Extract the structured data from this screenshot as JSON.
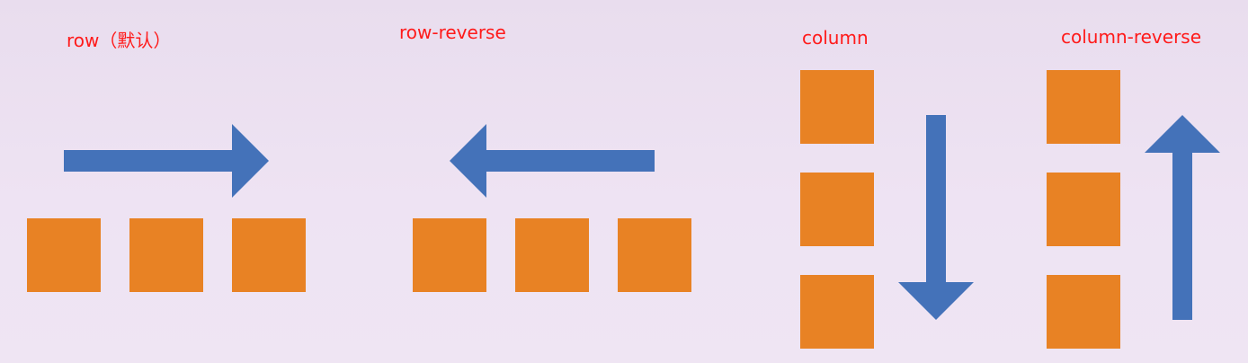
{
  "colors": {
    "label": "#ff1a1a",
    "box": "#e88224",
    "arrow": "#4472b9"
  },
  "panels": [
    {
      "id": "row",
      "label": "row（默认）",
      "direction": "right"
    },
    {
      "id": "row-reverse",
      "label": "row-reverse",
      "direction": "left"
    },
    {
      "id": "column",
      "label": "column",
      "direction": "down"
    },
    {
      "id": "column-reverse",
      "label": "column-reverse",
      "direction": "up"
    }
  ]
}
